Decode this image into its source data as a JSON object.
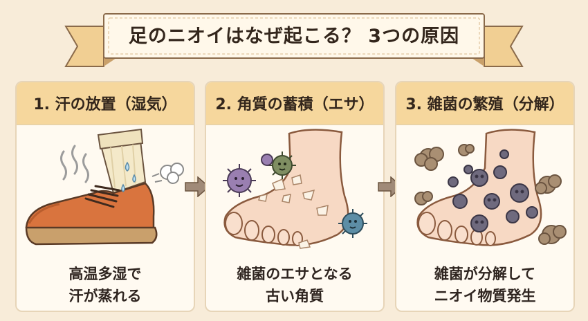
{
  "title": "足のニオイはなぜ起こる？ 3つの原因",
  "cards": [
    {
      "header": "1. 汗の放置（湿気）",
      "caption_line1": "高温多湿で",
      "caption_line2": "汗が蒸れる",
      "icons": [
        "steam-icon",
        "sock-icon",
        "shoe-icon",
        "sweat-drop-icon",
        "puff-icon"
      ]
    },
    {
      "header": "2. 角質の蓄積（エサ）",
      "caption_line1": "雑菌のエサとなる",
      "caption_line2": "古い角質",
      "icons": [
        "foot-icon",
        "germ-icon",
        "dead-skin-flake-icon"
      ]
    },
    {
      "header": "3. 雑菌の繁殖（分解）",
      "caption_line1": "雑菌が分解して",
      "caption_line2": "ニオイ物質発生",
      "icons": [
        "foot-icon",
        "germ-icon",
        "odor-cloud-icon"
      ]
    }
  ],
  "colors": {
    "background": "#f8ecd9",
    "header": "#f6d79d",
    "card": "#fffaf1",
    "ribbon": "#f3d7a4",
    "arrow": "#a08a78",
    "germ": "#6f6a7e",
    "skin": "#f7d9c4"
  }
}
